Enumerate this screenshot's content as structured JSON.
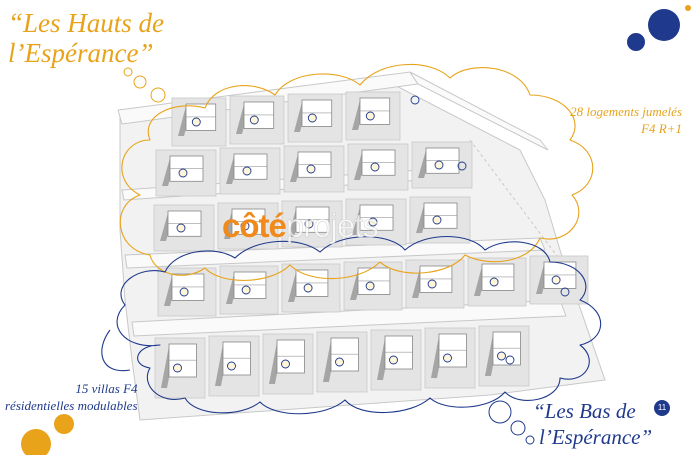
{
  "colors": {
    "gold": "#E8A31A",
    "navy": "#1F3A8C",
    "watermark_primary": "#F08A1C",
    "watermark_secondary": "#FFFFFF",
    "roof": "#FFFFFF",
    "shadow": "#9A9A9A",
    "lot": "#E4E4E4",
    "lot_line": "#C8C8C8"
  },
  "titles": {
    "top_line1": "“Les Hauts de",
    "top_line2": "l’Espérance”",
    "bottom_line1": "“Les Bas de",
    "bottom_line2": "l’Espérance”"
  },
  "descriptions": {
    "right_line1": "28 logements jumelés",
    "right_line2": "F4 R+1",
    "left_line1": "15 villas F4",
    "left_line2": "résidentielles modulables"
  },
  "page_number": "11",
  "watermark": {
    "part1": "côté",
    "part2": "projets"
  },
  "icons": {
    "decor_top_right": "circles-decor-icon",
    "decor_bottom_left": "circles-decor-icon",
    "unit_marker": "circle-marker-icon"
  }
}
